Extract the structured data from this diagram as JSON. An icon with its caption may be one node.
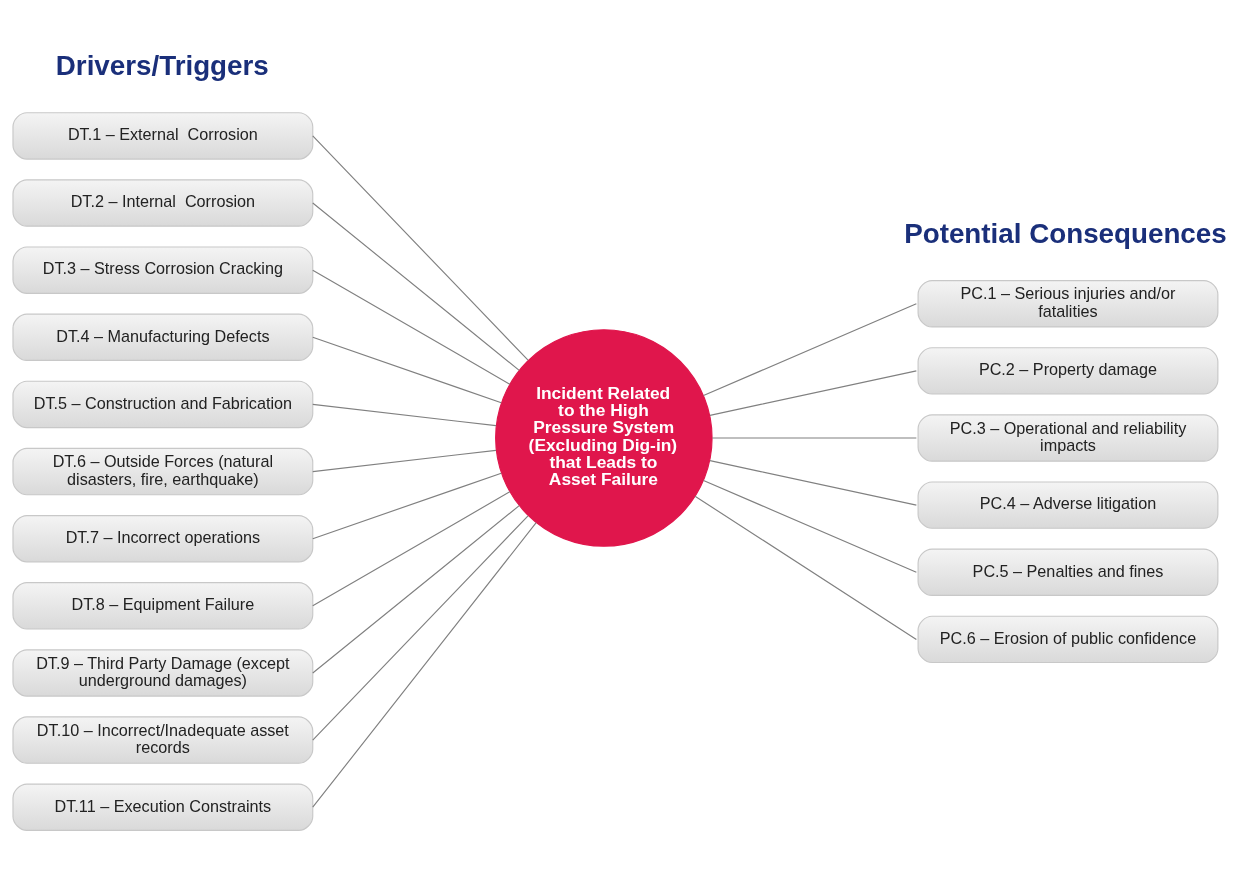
{
  "diagram": {
    "nodes": [
      {
        "text": [
          "DT.1 – External  Corrosion"
        ]
      },
      {
        "text": [
          "DT.2 – Internal  Corrosion"
        ]
      },
      {
        "text": [
          "DT.3 – Stress Corrosion Cracking"
        ]
      },
      {
        "text": [
          "DT.4 – Manufacturing Defects"
        ]
      },
      {
        "text": [
          "DT.5 – Construction and Fabrication"
        ]
      },
      {
        "text": [
          "DT.6 – Outside Forces (natural disasters, fire, earthquake)"
        ]
      },
      {
        "text": [
          "DT.7 – Incorrect operations"
        ]
      },
      {
        "text": [
          "DT.8 – Equipment Failure"
        ]
      },
      {
        "text": [
          "DT.9 – Third Party Damage (except underground damages)"
        ]
      },
      {
        "text": [
          "DT.10 – Incorrect/Inadequate asset records"
        ]
      },
      {
        "text": [
          "DT.11 – Execution Constraints"
        ]
      },
      {
        "text": [
          "Incident Related to the High Pressure System (Excluding Dig-in) that Leads to Asset Failure"
        ]
      },
      {
        "text": [
          "PC.1 – Serious injuries and/or fatalities"
        ]
      },
      {
        "text": [
          "PC.2 – Property damage"
        ]
      },
      {
        "text": [
          "PC.3 – Operational and reliability impacts"
        ]
      },
      {
        "text": [
          "PC.4 – Adverse litigation"
        ]
      },
      {
        "text": [
          "PC.5 – Penalties and fines"
        ]
      },
      {
        "text": [
          "PC.6 – Erosion of public confidence"
        ]
      }
    ],
    "edges": [
      {
        "from": 0,
        "to": 11,
        "arrow": "none"
      },
      {
        "from": 1,
        "to": 11,
        "arrow": "none"
      },
      {
        "from": 2,
        "to": 11,
        "arrow": "none"
      },
      {
        "from": 3,
        "to": 11,
        "arrow": "none"
      },
      {
        "from": 4,
        "to": 11,
        "arrow": "none"
      },
      {
        "from": 5,
        "to": 11,
        "arrow": "none"
      },
      {
        "from": 6,
        "to": 11,
        "arrow": "none"
      },
      {
        "from": 7,
        "to": 11,
        "arrow": "none"
      },
      {
        "from": 8,
        "to": 11,
        "arrow": "none"
      },
      {
        "from": 9,
        "to": 11,
        "arrow": "none"
      },
      {
        "from": 10,
        "to": 11,
        "arrow": "none"
      },
      {
        "from": 11,
        "to": 12,
        "arrow": "none"
      },
      {
        "from": 11,
        "to": 13,
        "arrow": "none"
      },
      {
        "from": 11,
        "to": 14,
        "arrow": "none"
      },
      {
        "from": 11,
        "to": 15,
        "arrow": "none"
      },
      {
        "from": 11,
        "to": 16,
        "arrow": "none"
      },
      {
        "from": 11,
        "to": 17,
        "arrow": "none"
      }
    ],
    "labels": [
      "Drivers/Triggers",
      "Potential Consequences"
    ]
  }
}
